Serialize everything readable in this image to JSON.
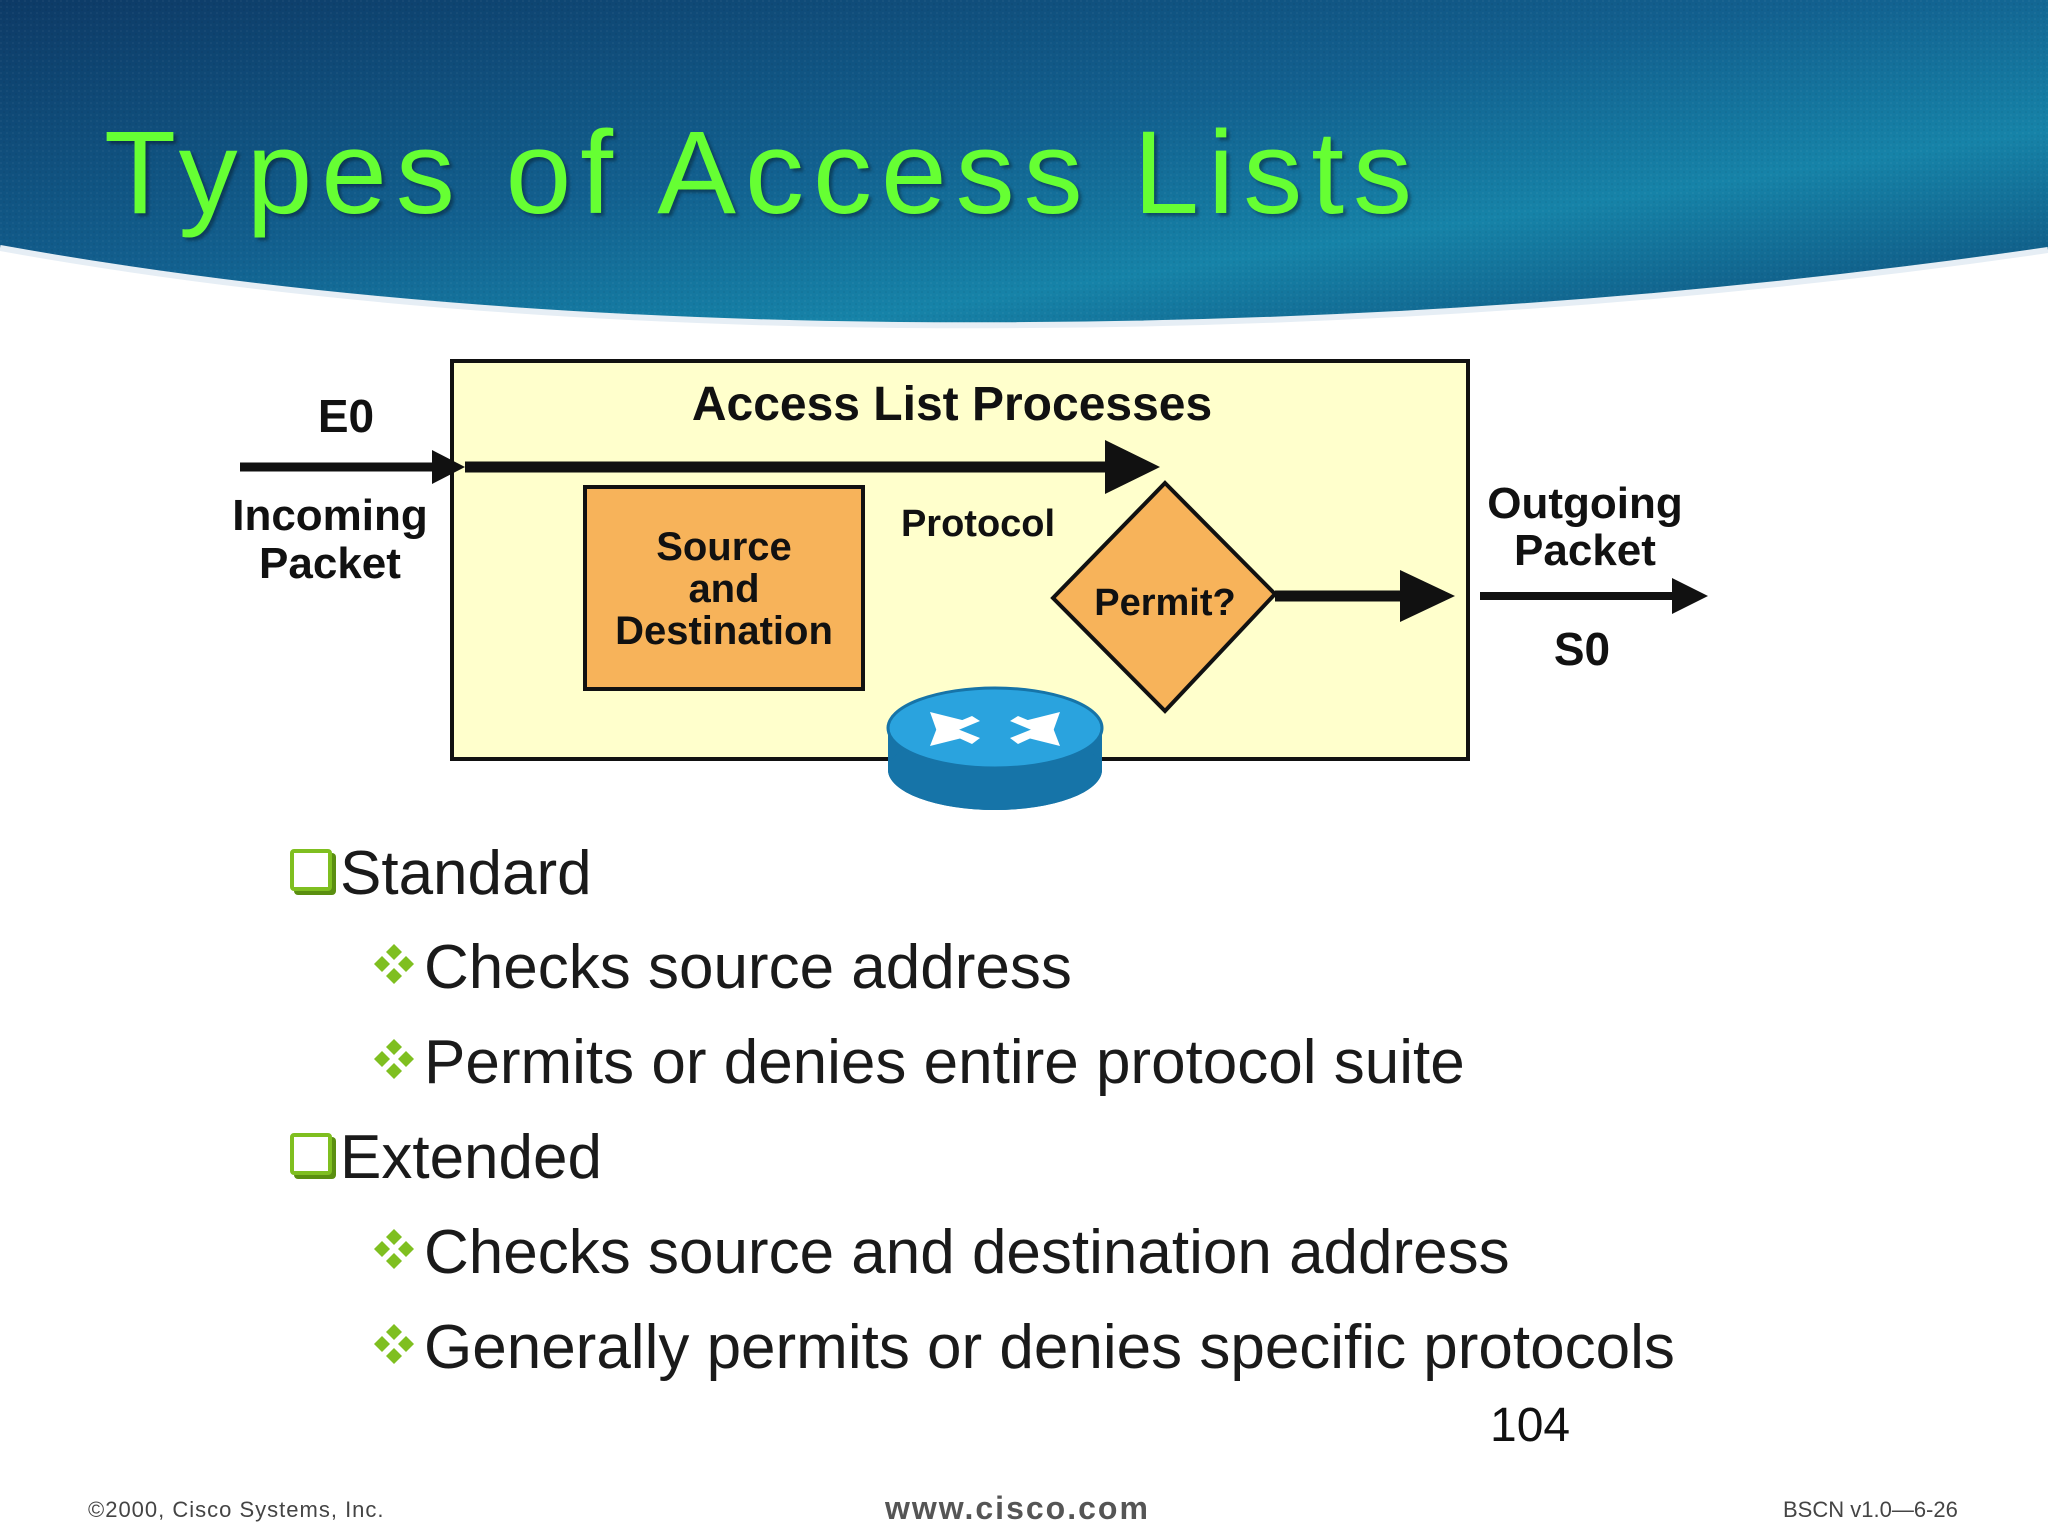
{
  "slide": {
    "title": "Types of Access Lists",
    "page_number": "104"
  },
  "diagram": {
    "box_title": "Access List Processes",
    "input_interface": "E0",
    "input_label_line1": "Incoming",
    "input_label_line2": "Packet",
    "source_line1": "Source",
    "source_line2": "and",
    "source_line3": "Destination",
    "protocol_label": "Protocol",
    "decision_label": "Permit?",
    "output_label_line1": "Outgoing",
    "output_label_line2": "Packet",
    "output_interface": "S0",
    "colors": {
      "box_fill": "#ffffcc",
      "source_fill": "#f7b35a",
      "diamond_fill": "#f7b35a",
      "router_blue": "#1b8fc7"
    }
  },
  "bullets": [
    {
      "label": "Standard",
      "items": [
        "Checks source address",
        "Permits or denies entire protocol suite"
      ]
    },
    {
      "label": "Extended",
      "items": [
        "Checks source and destination address",
        "Generally permits or denies specific protocols"
      ]
    }
  ],
  "footer": {
    "left": "©2000, Cisco Systems, Inc.",
    "center": "www.cisco.com",
    "right": "BSCN v1.0—6-26"
  },
  "icons": {
    "primary_bullet": "square-box-icon",
    "secondary_bullet": "four-diamond-icon",
    "router": "router-icon"
  }
}
